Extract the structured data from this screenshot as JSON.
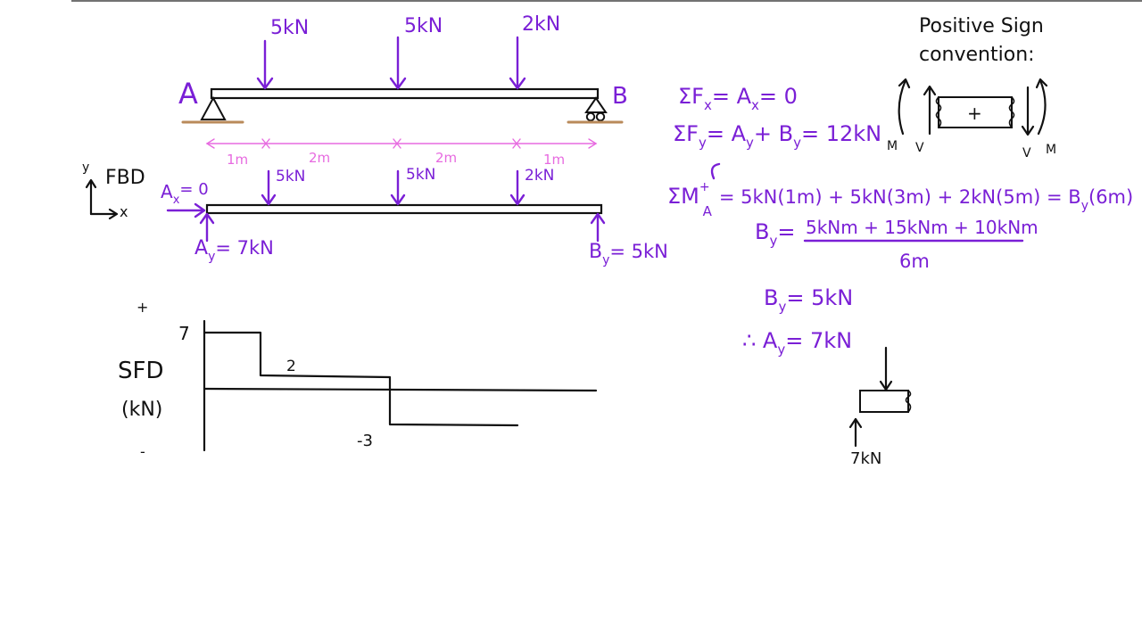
{
  "beam": {
    "end_left": "A",
    "end_right": "B",
    "loads": [
      "5kN",
      "5kN",
      "2kN"
    ],
    "spans": [
      "1m",
      "2m",
      "2m",
      "1m"
    ]
  },
  "fbd": {
    "title": "FBD",
    "axis_y": "y",
    "axis_x": "x",
    "ax": "A",
    "ax_sub": "x",
    "ax_val": "= 0",
    "loads": [
      "5kN",
      "5kN",
      "2kN"
    ],
    "ay": "A",
    "ay_sub": "y",
    "ay_val": "= 7kN",
    "by": "B",
    "by_sub": "y",
    "by_val": "= 5kN"
  },
  "equations": {
    "sum_fx": "ΣF",
    "sum_fx_sub": "x",
    "sum_fx_rest": "= A",
    "sum_fx_rest_sub": "x",
    "sum_fx_end": "= 0",
    "sum_fy": "ΣF",
    "sum_fy_sub": "y",
    "sum_fy_rest": "= A",
    "sum_fy_rest_sub": "y",
    "sum_fy_mid": "+ B",
    "sum_fy_mid_sub": "y",
    "sum_fy_end": "= 12kN",
    "sum_m": "ΣM",
    "sum_m_sup": "+",
    "sum_m_sub": "A",
    "sum_m_rhs": "= 5kN(1m) + 5kN(3m) + 2kN(5m) = B",
    "sum_m_rhs_sub": "y",
    "sum_m_rhs_end": "(6m)",
    "by_frac_lhs": "B",
    "by_frac_lhs_sub": "y",
    "by_frac_eq": "=",
    "by_numerator": "5kNm + 15kNm + 10kNm",
    "by_denominator": "6m",
    "by_result": "B",
    "by_result_sub": "y",
    "by_result_val": "= 5kN",
    "ay_result_prefix": "∴ A",
    "ay_result_sub": "y",
    "ay_result_val": "= 7kN"
  },
  "sign_convention": {
    "title_line1": "Positive Sign",
    "title_line2": "convention:",
    "plus": "+",
    "m_left": "M",
    "v_left": "V",
    "v_right": "V",
    "m_right": "M"
  },
  "sfd": {
    "title": "SFD",
    "unit": "(kN)",
    "plus": "+",
    "minus": "-",
    "value_labels": [
      "7",
      "2",
      "-3"
    ]
  },
  "free_body_piece": {
    "label": "7kN"
  }
}
